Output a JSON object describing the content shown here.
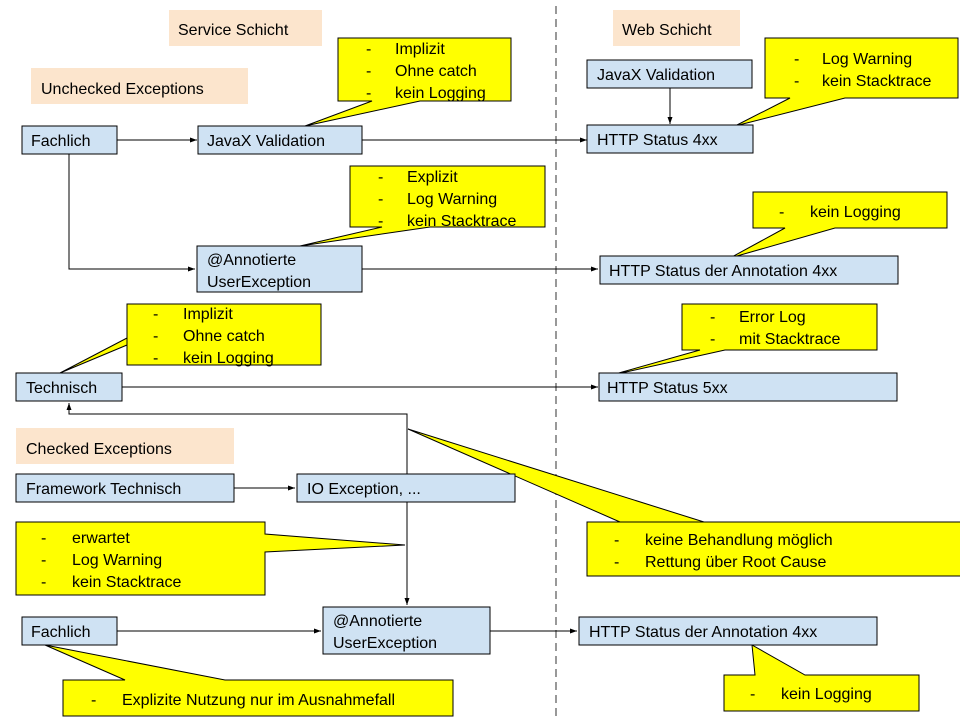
{
  "sections": {
    "service_layer": "Service Schicht",
    "web_layer": "Web Schicht",
    "unchecked": "Unchecked Exceptions",
    "checked": "Checked Exceptions"
  },
  "nodes": {
    "fachlich_top": "Fachlich",
    "javax_service": "JavaX Validation",
    "javax_web": "JavaX Validation",
    "http_4xx": "HTTP Status 4xx",
    "annot_top_l1": "@Annotierte",
    "annot_top_l2": "UserException",
    "http_annot_top": "HTTP Status der Annotation 4xx",
    "technisch": "Technisch",
    "http_5xx": "HTTP Status 5xx",
    "framework_technisch": "Framework Technisch",
    "io_exception": "IO Exception, ...",
    "fachlich_bottom": "Fachlich",
    "annot_bottom_l1": "@Annotierte",
    "annot_bottom_l2": "UserException",
    "http_annot_bottom": "HTTP Status der Annotation 4xx"
  },
  "notes": {
    "javax_service": [
      "Implizit",
      "Ohne catch",
      "kein Logging"
    ],
    "http_4xx": [
      "Log Warning",
      "kein Stacktrace"
    ],
    "annot_top": [
      "Explizit",
      "Log Warning",
      "kein Stacktrace"
    ],
    "http_annot_top": [
      "kein Logging"
    ],
    "technisch": [
      "Implizit",
      "Ohne catch",
      "kein Logging"
    ],
    "http_5xx": [
      "Error Log",
      "mit Stacktrace"
    ],
    "framework": [
      "keine Behandlung möglich",
      "Rettung über Root Cause"
    ],
    "io_exception": [
      "erwartet",
      "Log Warning",
      "kein Stacktrace"
    ],
    "fachlich_bottom": [
      "Explizite Nutzung nur im Ausnahmefall"
    ],
    "http_annot_bottom": [
      "kein Logging"
    ]
  },
  "bullet": "-"
}
